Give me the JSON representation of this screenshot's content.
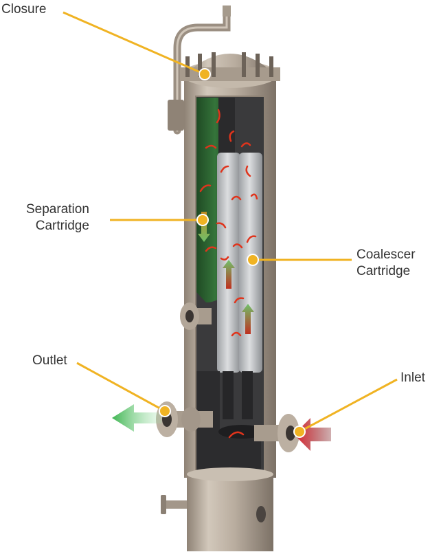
{
  "labels": {
    "closure": "Closure",
    "separation_line1": "Separation",
    "separation_line2": "Cartridge",
    "coalescer_line1": "Coalescer",
    "coalescer_line2": "Cartridge",
    "outlet": "Outlet",
    "inlet": "Inlet"
  },
  "colors": {
    "background": "#ffffff",
    "leader_line": "#f0b323",
    "callout_dot": "#f0b323",
    "vessel_metal": "#b7ab9d",
    "separation_cartridge": "#2f6b34",
    "coalescer_cartridge": "#c7c9cc",
    "interior": "#3a3a3c",
    "flow_arrow": "#e0341c",
    "outlet_arrow": "#5cc46a",
    "inlet_arrow": "#d9202a"
  },
  "icons": [
    "flow-arrow-icon",
    "outlet-arrow-icon",
    "inlet-arrow-icon"
  ]
}
